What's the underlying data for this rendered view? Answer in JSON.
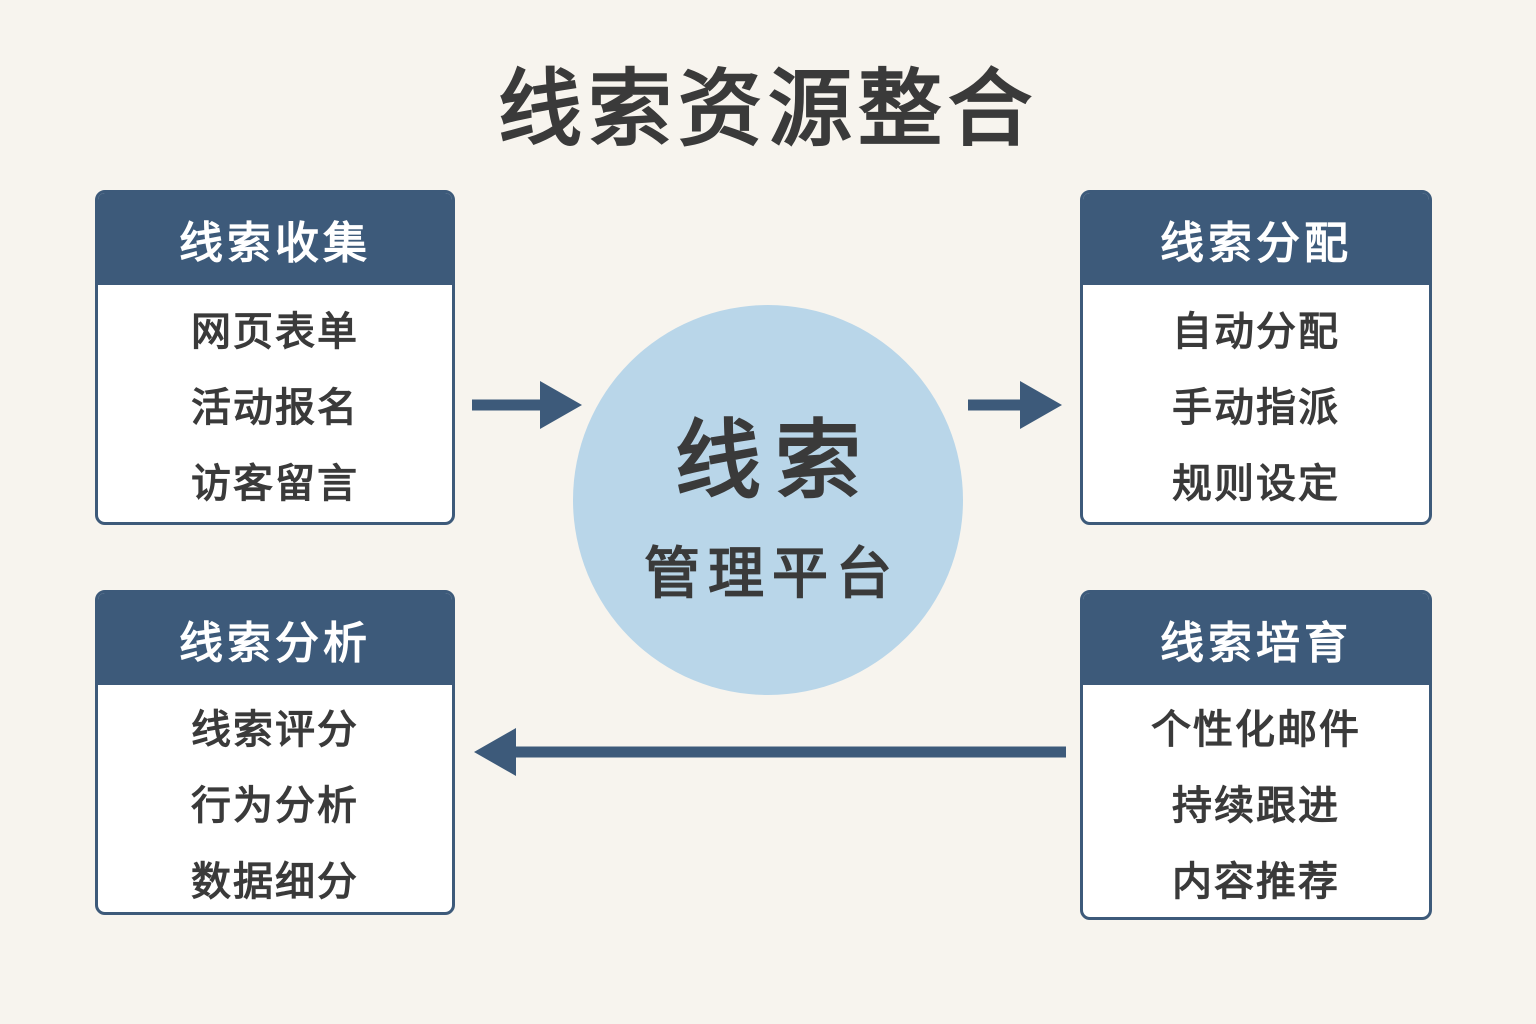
{
  "title": "线索资源整合",
  "center": {
    "line1": "线索",
    "line2": "管理平台"
  },
  "boxes": [
    {
      "id": "collect",
      "title": "线索收集",
      "items": [
        "网页表单",
        "活动报名",
        "访客留言"
      ]
    },
    {
      "id": "assign",
      "title": "线索分配",
      "items": [
        "自动分配",
        "手动指派",
        "规则设定"
      ]
    },
    {
      "id": "analyze",
      "title": "线索分析",
      "items": [
        "线索评分",
        "行为分析",
        "数据细分"
      ]
    },
    {
      "id": "nurture",
      "title": "线索培育",
      "items": [
        "个性化邮件",
        "持续跟进",
        "内容推荐"
      ]
    }
  ],
  "arrows": [
    {
      "name": "collect-to-center",
      "direction": "right"
    },
    {
      "name": "center-to-assign",
      "direction": "right"
    },
    {
      "name": "nurture-to-analyze",
      "direction": "left"
    }
  ],
  "colors": {
    "accent": "#3d5a7a",
    "circle": "#b9d6e9",
    "text": "#3a3a3a",
    "background": "#f7f4ee"
  }
}
